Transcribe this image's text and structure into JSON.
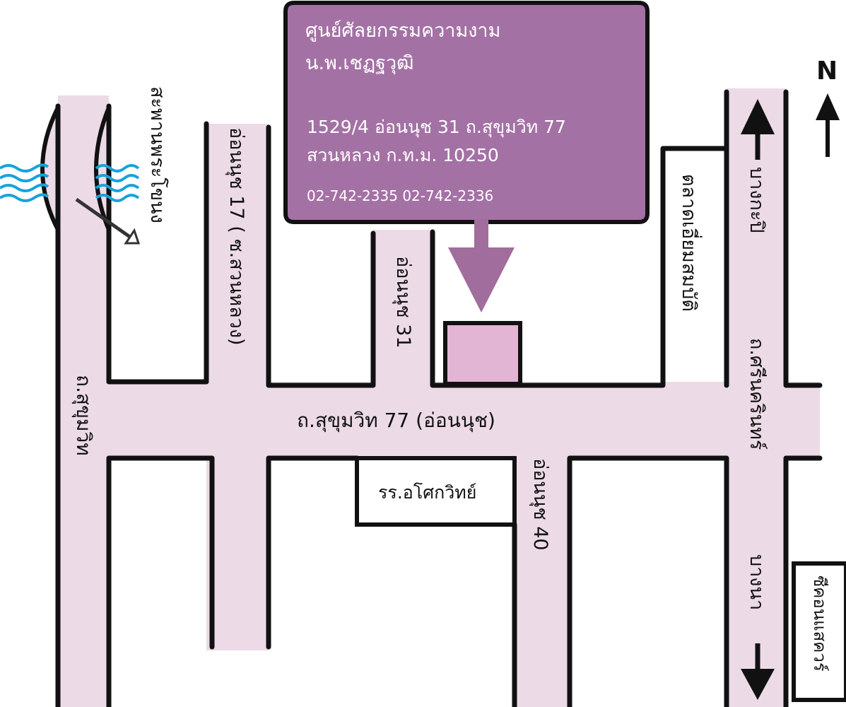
{
  "colors": {
    "road_fill": "#ecdbe7",
    "road_edge": "#111111",
    "card_fill": "#a471a5",
    "target_fill": "#e3b5d5",
    "arrow_fill": "#a16d9d",
    "water": "#16a3dc"
  },
  "card": {
    "name_line1": "ศูนย์ศัลยกรรมความงาม",
    "name_line2": "น.พ.เชฏฐวุฒิ",
    "address_line1": "1529/4 อ่อนนุช 31 ถ.สุขุมวิท 77",
    "address_line2": "สวนหลวง ก.ท.ม. 10250",
    "phones": "02-742-2335  02-742-2336"
  },
  "labels": {
    "main_road": "ถ.สุขุมวิท 77 (อ่อนนุช)",
    "sukhumvit": "ถ.สุขุมวิท",
    "bridge": "สะพานพระโขนง",
    "soi17": "อ่อนนุช 17  ( ซ.สวนหลวง)",
    "soi31": "อ่อนนุช 31",
    "soi40": "อ่อนนุช 40",
    "school": "รร.อโศกวิทย์",
    "market": "ตลาดเอี่ยมสมบัติ",
    "srinakarin": "ถ.ศรีนครินทร์",
    "bangkapi": "บางกะปิ",
    "bangna": "บางนา",
    "seacon": "ซีคอนแสควร์",
    "north": "N"
  },
  "icons": {
    "north": "north-arrow-icon",
    "water": "water-waves-icon",
    "pointer": "pointer-arrow-icon"
  }
}
